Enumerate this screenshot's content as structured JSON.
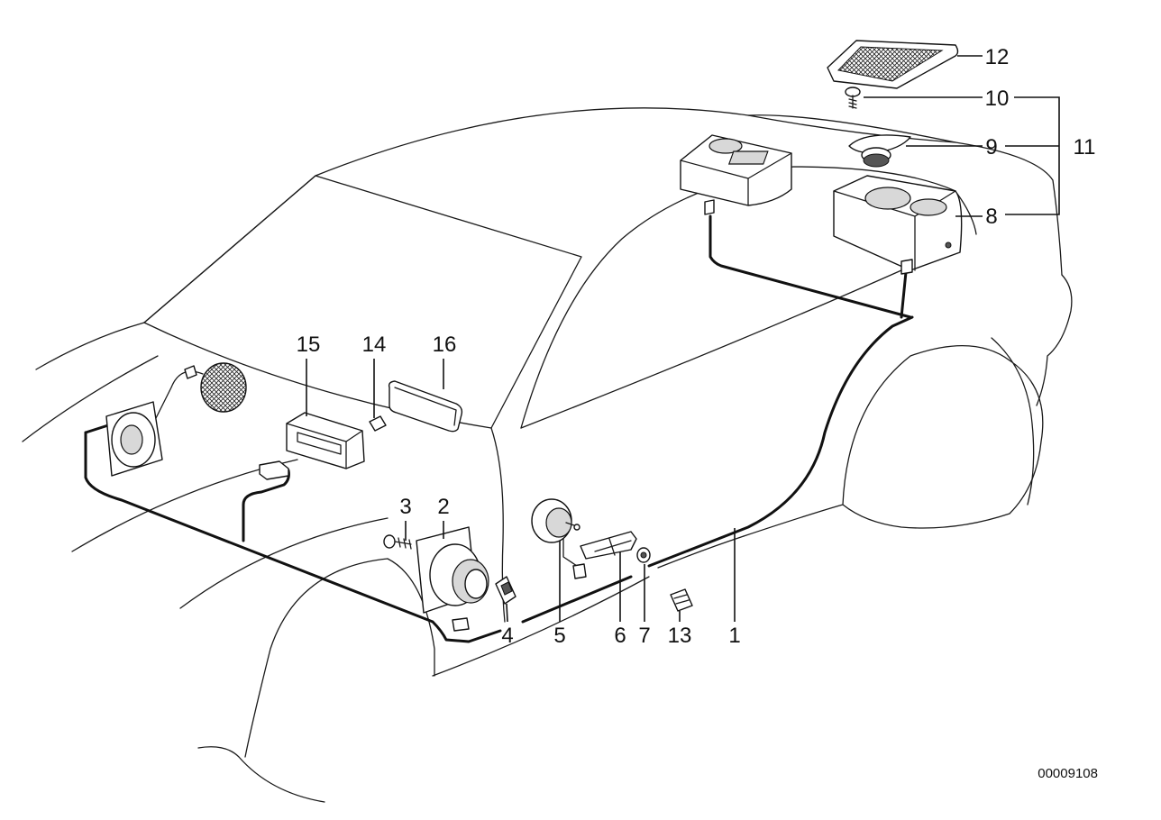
{
  "callouts": {
    "c1": "1",
    "c2": "2",
    "c3": "3",
    "c4": "4",
    "c5": "5",
    "c6": "6",
    "c7": "7",
    "c8": "8",
    "c9": "9",
    "c10": "10",
    "c11": "11",
    "c12": "12",
    "c13": "13",
    "c14": "14",
    "c15": "15",
    "c16": "16"
  },
  "diagram_code": "00009108"
}
